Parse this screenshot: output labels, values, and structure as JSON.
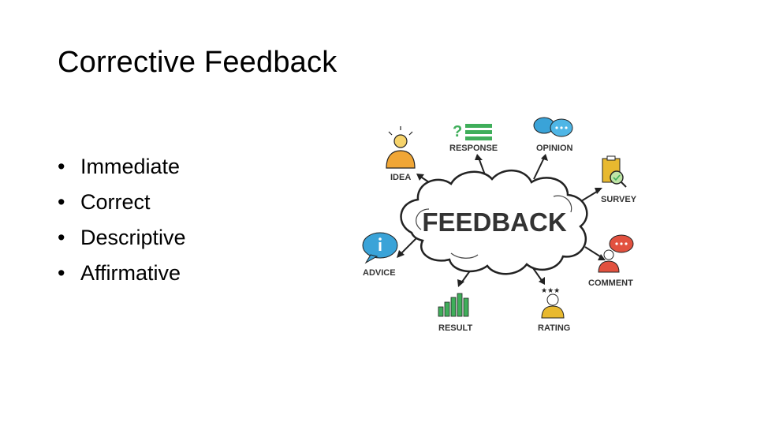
{
  "slide": {
    "title": "Corrective Feedback",
    "bullets": [
      "Immediate",
      "Correct",
      "Descriptive",
      "Affirmative"
    ]
  },
  "graphic": {
    "center": "FEEDBACK",
    "labels": {
      "idea": "IDEA",
      "response": "RESPONSE",
      "opinion": "OPINION",
      "survey": "SURVEY",
      "advice": "ADVICE",
      "comment": "COMMENT",
      "result": "RESULT",
      "rating": "RATING"
    },
    "colors": {
      "idea": "#f0a636",
      "response": "#3fae5a",
      "opinion": "#3aa3d8",
      "survey": "#e8b92f",
      "advice": "#3aa3d8",
      "comment": "#e2513f",
      "result": "#3fae5a",
      "rating": "#e8b92f"
    }
  }
}
